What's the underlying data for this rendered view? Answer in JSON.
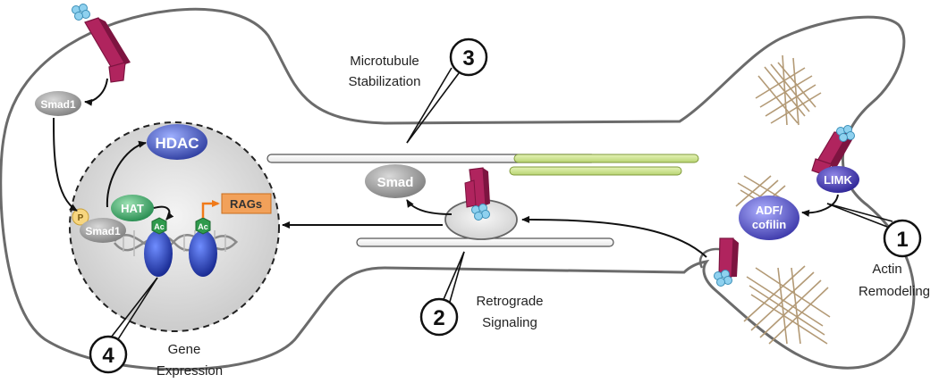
{
  "molecules": {
    "smad1_cytoplasm": "Smad1",
    "smad1_nucleus": "Smad1",
    "phospho": "P",
    "hdac": "HDAC",
    "hat": "HAT",
    "acetyl": "Ac",
    "rags": "RAGs",
    "smad_axon": "Smad",
    "limk": "LIMK",
    "adf_line1": "ADF/",
    "adf_line2": "cofilin"
  },
  "steps": [
    {
      "number": "1",
      "label_lines": [
        "Actin",
        "Remodeling"
      ]
    },
    {
      "number": "2",
      "label_lines": [
        "Retrograde",
        "Signaling"
      ]
    },
    {
      "number": "3",
      "label_lines": [
        "Microtubule",
        "Stabilization"
      ]
    },
    {
      "number": "4",
      "label_lines": [
        "Gene",
        "Expression"
      ]
    }
  ],
  "colors": {
    "outline": "#6b6b6b",
    "receptor": "#b0245e",
    "receptor_dark": "#7d1440",
    "ligand": "#8fd1ef",
    "hdac": "#4a5cc7",
    "hat": "#3ea86a",
    "rags": "#f2a15a",
    "arrow_orange": "#f07a1a",
    "smad_gray": "#9a9a9a",
    "microtubule_green": "#c8e08a",
    "actin": "#b39a76",
    "limk": "#4b3fae",
    "phospho": "#f7d680"
  }
}
